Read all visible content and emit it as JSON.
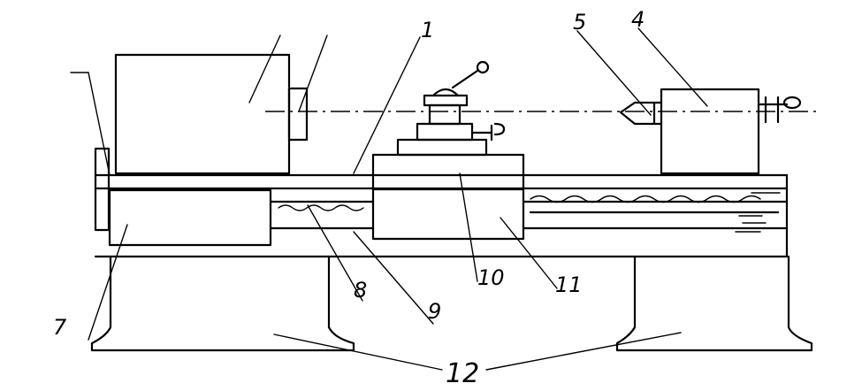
{
  "labels": {
    "l1": "1",
    "l4": "4",
    "l5": "5",
    "l7": "7",
    "l8": "8",
    "l9": "9",
    "l10": "10",
    "l11": "11",
    "l12": "12"
  }
}
